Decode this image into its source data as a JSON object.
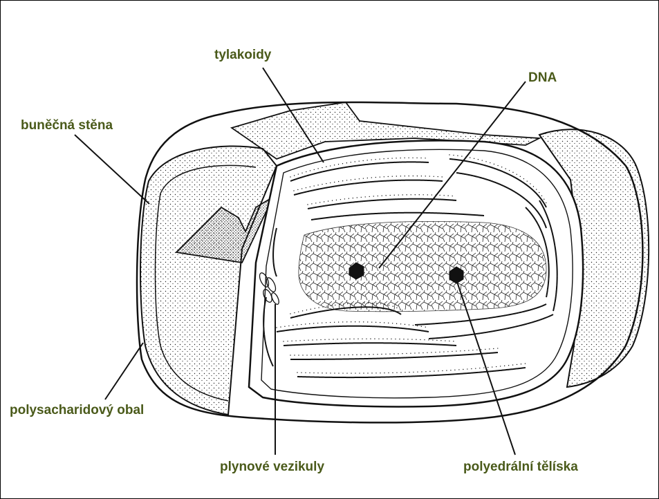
{
  "labels": {
    "tylakoidy": "tylakoidy",
    "dna": "DNA",
    "cell_wall": "buněčná stěna",
    "polysaccharide_envelope": "polysacharidový obal",
    "gas_vesicles": "plynové vezikuly",
    "polyhedral_bodies": "polyedrální tělíska"
  },
  "colors": {
    "label_text": "#4a5a1a",
    "ink": "#111111",
    "border": "#000000",
    "background": "#ffffff"
  }
}
